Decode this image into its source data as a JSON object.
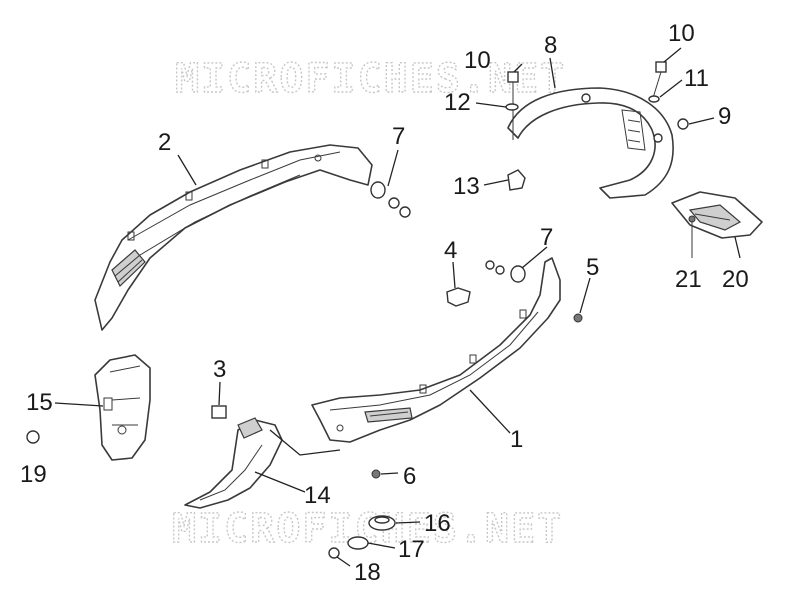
{
  "watermark": {
    "top": "MICROFICHES.NET",
    "bottom": "MICROFICHES.NET"
  },
  "callouts": {
    "n1": "1",
    "n2": "2",
    "n3": "3",
    "n4": "4",
    "n5": "5",
    "n6": "6",
    "n7a": "7",
    "n7b": "7",
    "n8": "8",
    "n9": "9",
    "n10a": "10",
    "n10b": "10",
    "n11": "11",
    "n12": "12",
    "n13": "13",
    "n14": "14",
    "n15": "15",
    "n16": "16",
    "n17": "17",
    "n18": "18",
    "n19": "19",
    "n20": "20",
    "n21": "21"
  }
}
